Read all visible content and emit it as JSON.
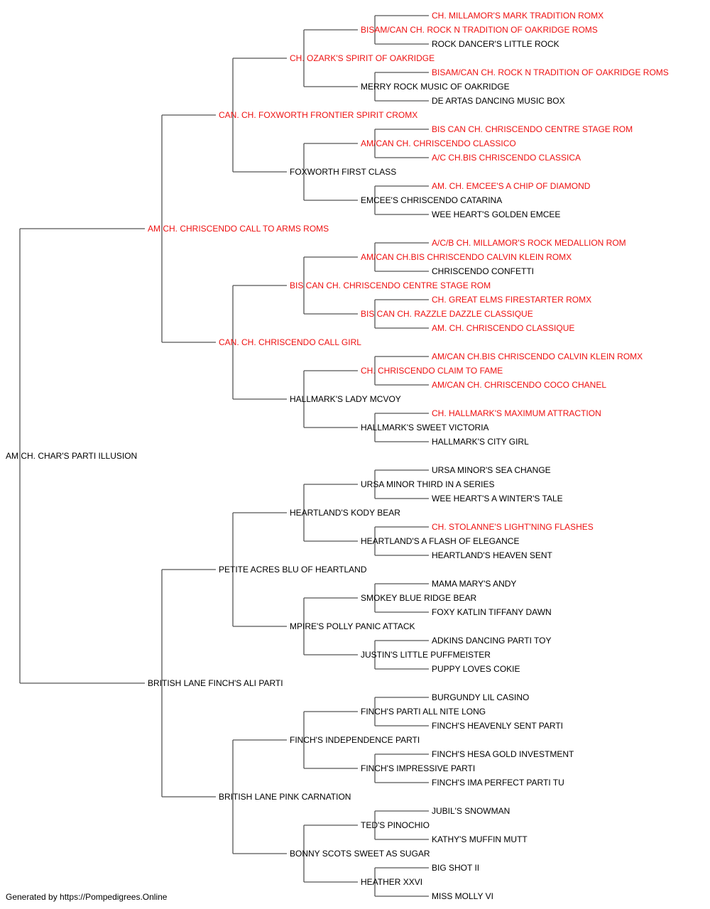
{
  "subject": {
    "name": "AM CH. CHAR'S PARTI ILLUSION",
    "champion": false
  },
  "generations": [
    [
      {
        "name": "AM CH. CHRISCENDO CALL TO ARMS ROMS",
        "champion": true
      },
      {
        "name": "BRITISH LANE FINCH'S ALI PARTI",
        "champion": false
      }
    ],
    [
      {
        "name": "CAN. CH. FOXWORTH FRONTIER SPIRIT CROMX",
        "champion": true
      },
      {
        "name": "CAN. CH. CHRISCENDO CALL GIRL",
        "champion": true
      },
      {
        "name": "PETITE ACRES BLU OF HEARTLAND",
        "champion": false
      },
      {
        "name": "BRITISH LANE PINK CARNATION",
        "champion": false
      }
    ],
    [
      {
        "name": "CH. OZARK'S SPIRIT OF OAKRIDGE",
        "champion": true
      },
      {
        "name": "FOXWORTH FIRST CLASS",
        "champion": false
      },
      {
        "name": "BIS CAN CH. CHRISCENDO CENTRE STAGE ROM",
        "champion": true
      },
      {
        "name": "HALLMARK'S LADY MCVOY",
        "champion": false
      },
      {
        "name": "HEARTLAND'S KODY BEAR",
        "champion": false
      },
      {
        "name": "MPIRE'S POLLY PANIC ATTACK",
        "champion": false
      },
      {
        "name": "FINCH'S INDEPENDENCE PARTI",
        "champion": false
      },
      {
        "name": "BONNY SCOTS SWEET AS SUGAR",
        "champion": false
      }
    ],
    [
      {
        "name": "BISAM/CAN CH. ROCK N TRADITION OF OAKRIDGE ROMS",
        "champion": true
      },
      {
        "name": "MERRY ROCK MUSIC OF OAKRIDGE",
        "champion": false
      },
      {
        "name": "AM/CAN CH. CHRISCENDO CLASSICO",
        "champion": true
      },
      {
        "name": "EMCEE'S CHRISCENDO CATARINA",
        "champion": false
      },
      {
        "name": "AM/CAN CH.BIS CHRISCENDO CALVIN KLEIN ROMX",
        "champion": true
      },
      {
        "name": "BIS CAN CH. RAZZLE DAZZLE CLASSIQUE",
        "champion": true
      },
      {
        "name": "CH. CHRISCENDO CLAIM TO FAME",
        "champion": true
      },
      {
        "name": "HALLMARK'S SWEET VICTORIA",
        "champion": false
      },
      {
        "name": "URSA MINOR THIRD IN A SERIES",
        "champion": false
      },
      {
        "name": "HEARTLAND'S A FLASH OF ELEGANCE",
        "champion": false
      },
      {
        "name": "SMOKEY BLUE RIDGE BEAR",
        "champion": false
      },
      {
        "name": "JUSTIN'S LITTLE PUFFMEISTER",
        "champion": false
      },
      {
        "name": "FINCH'S PARTI ALL NITE LONG",
        "champion": false
      },
      {
        "name": "FINCH'S IMPRESSIVE PARTI",
        "champion": false
      },
      {
        "name": "TED'S PINOCHIO",
        "champion": false
      },
      {
        "name": "HEATHER XXVI",
        "champion": false
      }
    ],
    [
      {
        "name": "CH. MILLAMOR'S MARK TRADITION ROMX",
        "champion": true
      },
      {
        "name": "ROCK DANCER'S LITTLE ROCK",
        "champion": false
      },
      {
        "name": "BISAM/CAN CH. ROCK N TRADITION OF OAKRIDGE ROMS",
        "champion": true
      },
      {
        "name": "DE ARTAS DANCING MUSIC BOX",
        "champion": false
      },
      {
        "name": "BIS CAN CH. CHRISCENDO CENTRE STAGE ROM",
        "champion": true
      },
      {
        "name": "A/C CH.BIS CHRISCENDO CLASSICA",
        "champion": true
      },
      {
        "name": "AM. CH. EMCEE'S A CHIP OF DIAMOND",
        "champion": true
      },
      {
        "name": "WEE HEART'S GOLDEN EMCEE",
        "champion": false
      },
      {
        "name": "A/C/B CH. MILLAMOR'S ROCK MEDALLION ROM",
        "champion": true
      },
      {
        "name": "CHRISCENDO CONFETTI",
        "champion": false
      },
      {
        "name": "CH. GREAT ELMS FIRESTARTER ROMX",
        "champion": true
      },
      {
        "name": "AM. CH. CHRISCENDO CLASSIQUE",
        "champion": true
      },
      {
        "name": "AM/CAN CH.BIS CHRISCENDO CALVIN KLEIN ROMX",
        "champion": true
      },
      {
        "name": "AM/CAN CH. CHRISCENDO COCO CHANEL",
        "champion": true
      },
      {
        "name": "CH. HALLMARK'S MAXIMUM ATTRACTION",
        "champion": true
      },
      {
        "name": "HALLMARK'S CITY GIRL",
        "champion": false
      },
      {
        "name": "URSA MINOR'S SEA CHANGE",
        "champion": false
      },
      {
        "name": "WEE HEART'S A WINTER'S TALE",
        "champion": false
      },
      {
        "name": "CH. STOLANNE'S LIGHT'NING FLASHES",
        "champion": true
      },
      {
        "name": "HEARTLAND'S HEAVEN SENT",
        "champion": false
      },
      {
        "name": "MAMA MARY'S ANDY",
        "champion": false
      },
      {
        "name": "FOXY KATLIN TIFFANY DAWN",
        "champion": false
      },
      {
        "name": "ADKINS DANCING PARTI TOY",
        "champion": false
      },
      {
        "name": "PUPPY LOVES COKIE",
        "champion": false
      },
      {
        "name": "BURGUNDY LIL CASINO",
        "champion": false
      },
      {
        "name": "FINCH'S HEAVENLY SENT PARTI",
        "champion": false
      },
      {
        "name": "FINCH'S HESA GOLD INVESTMENT",
        "champion": false
      },
      {
        "name": "FINCH'S IMA PERFECT PARTI TU",
        "champion": false
      },
      {
        "name": "JUBIL'S SNOWMAN",
        "champion": false
      },
      {
        "name": "KATHY'S MUFFIN MUTT",
        "champion": false
      },
      {
        "name": "BIG SHOT II",
        "champion": false
      },
      {
        "name": "MISS MOLLY VI",
        "champion": false
      }
    ]
  ],
  "footer": "Generated by https://Pompedigrees.Online",
  "colors": {
    "champion": "#ee1111",
    "normal": "#000000",
    "line": "#555555"
  }
}
